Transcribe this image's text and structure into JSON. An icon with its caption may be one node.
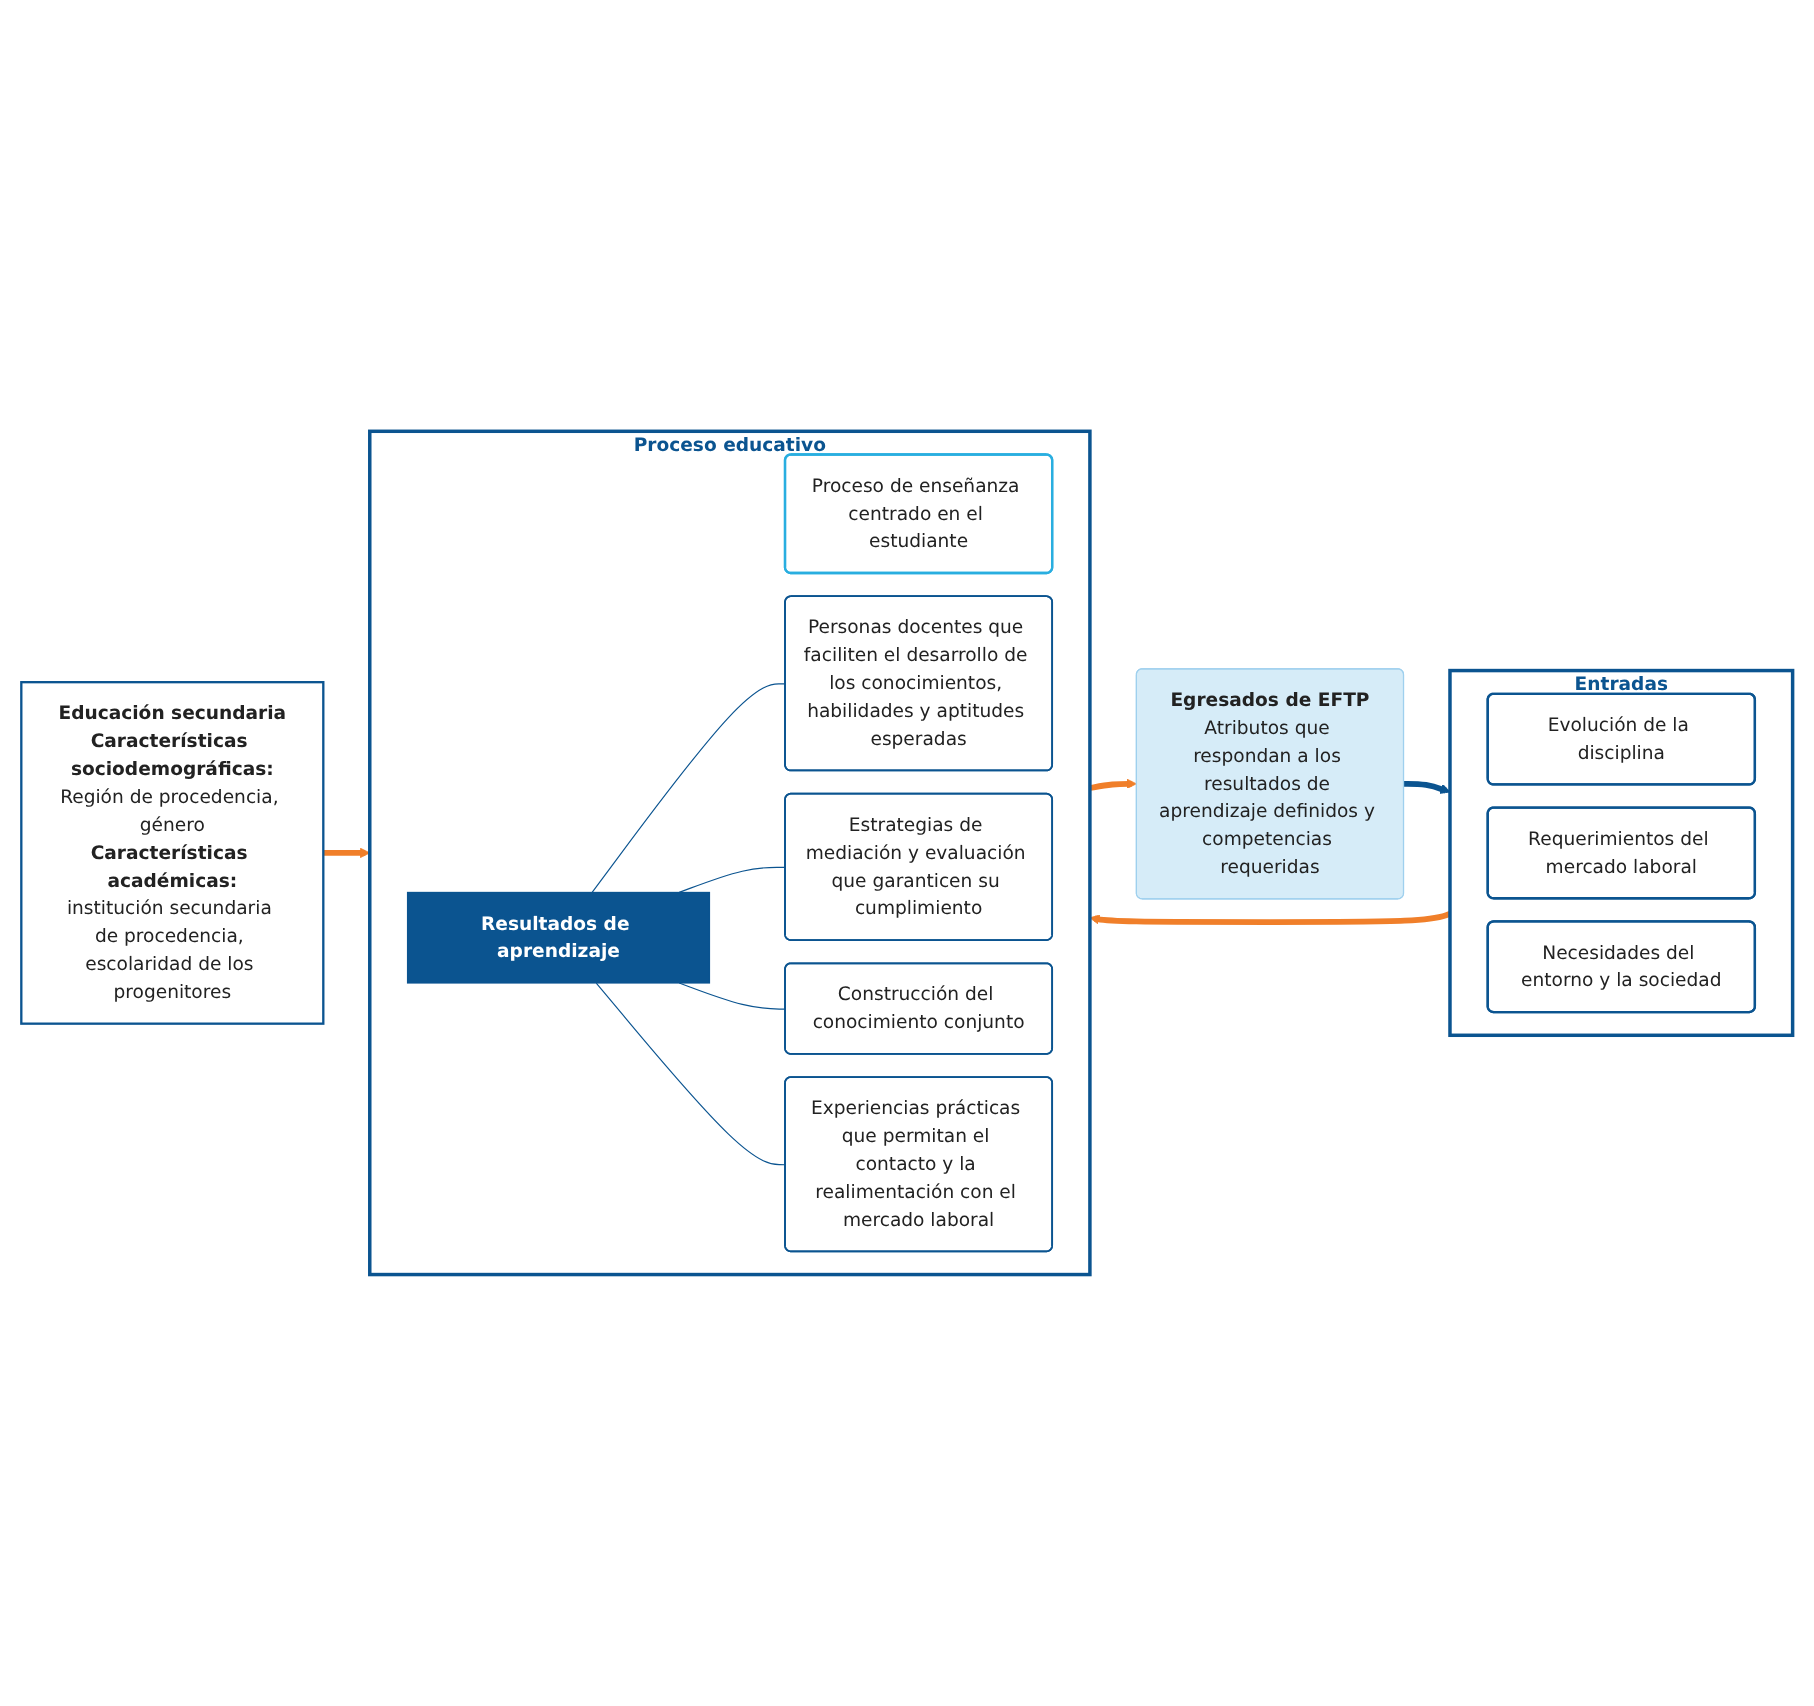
{
  "diagram": {
    "nodes": [
      {
        "text": [
          "Educación secundaria",
          "Características sociodemográficas:",
          "Región de procedencia, género",
          "Características académicas:",
          "institución secundaria de procedencia, escolaridad de los progenitores"
        ]
      },
      {
        "text": [
          "Entradas"
        ]
      },
      {
        "text": [
          "Evolución de la disciplina"
        ],
        "in": 1
      },
      {
        "text": [
          "Requerimientos del mercado laboral"
        ],
        "in": 1
      },
      {
        "text": [
          "Necesidades del entorno y la sociedad"
        ],
        "in": 1
      },
      {
        "text": [
          "Proceso educativo"
        ]
      },
      {
        "text": [
          "Proceso de enseñanza centrado en el estudiante"
        ],
        "in": 5
      },
      {
        "text": [
          "Resultados de aprendizaje"
        ],
        "in": 5
      },
      {
        "text": [
          "Personas docentes que faciliten el desarrollo de los conocimientos, habilidades y aptitudes esperadas"
        ],
        "in": 5
      },
      {
        "text": [
          "Estrategias de mediación y evaluación que garanticen su cumplimiento"
        ],
        "in": 5
      },
      {
        "text": [
          "Construcción del conocimiento conjunto"
        ],
        "in": 5
      },
      {
        "text": [
          "Experiencias prácticas que permitan el contacto y la realimentación con el mercado laboral"
        ],
        "in": 5
      },
      {
        "text": [
          "Egresados de EFTP",
          "Atributos que respondan a los resultados de aprendizaje definidos y competencias requeridas"
        ]
      }
    ],
    "edges": [
      {
        "from": 0,
        "to": 5,
        "arrow": "to",
        "style": "thick",
        "color": "#f07f2a"
      },
      {
        "from": 1,
        "to": 5,
        "arrow": "to",
        "style": "thick",
        "color": "#f07f2a"
      },
      {
        "from": 7,
        "to": 8,
        "arrow": "none"
      },
      {
        "from": 7,
        "to": 9,
        "arrow": "none"
      },
      {
        "from": 7,
        "to": 10,
        "arrow": "none"
      },
      {
        "from": 7,
        "to": 11,
        "arrow": "none"
      },
      {
        "from": 5,
        "to": 12,
        "arrow": "to",
        "style": "thick",
        "color": "#f07f2a"
      },
      {
        "from": 12,
        "to": 1,
        "arrow": "to",
        "style": "thick"
      }
    ]
  }
}
